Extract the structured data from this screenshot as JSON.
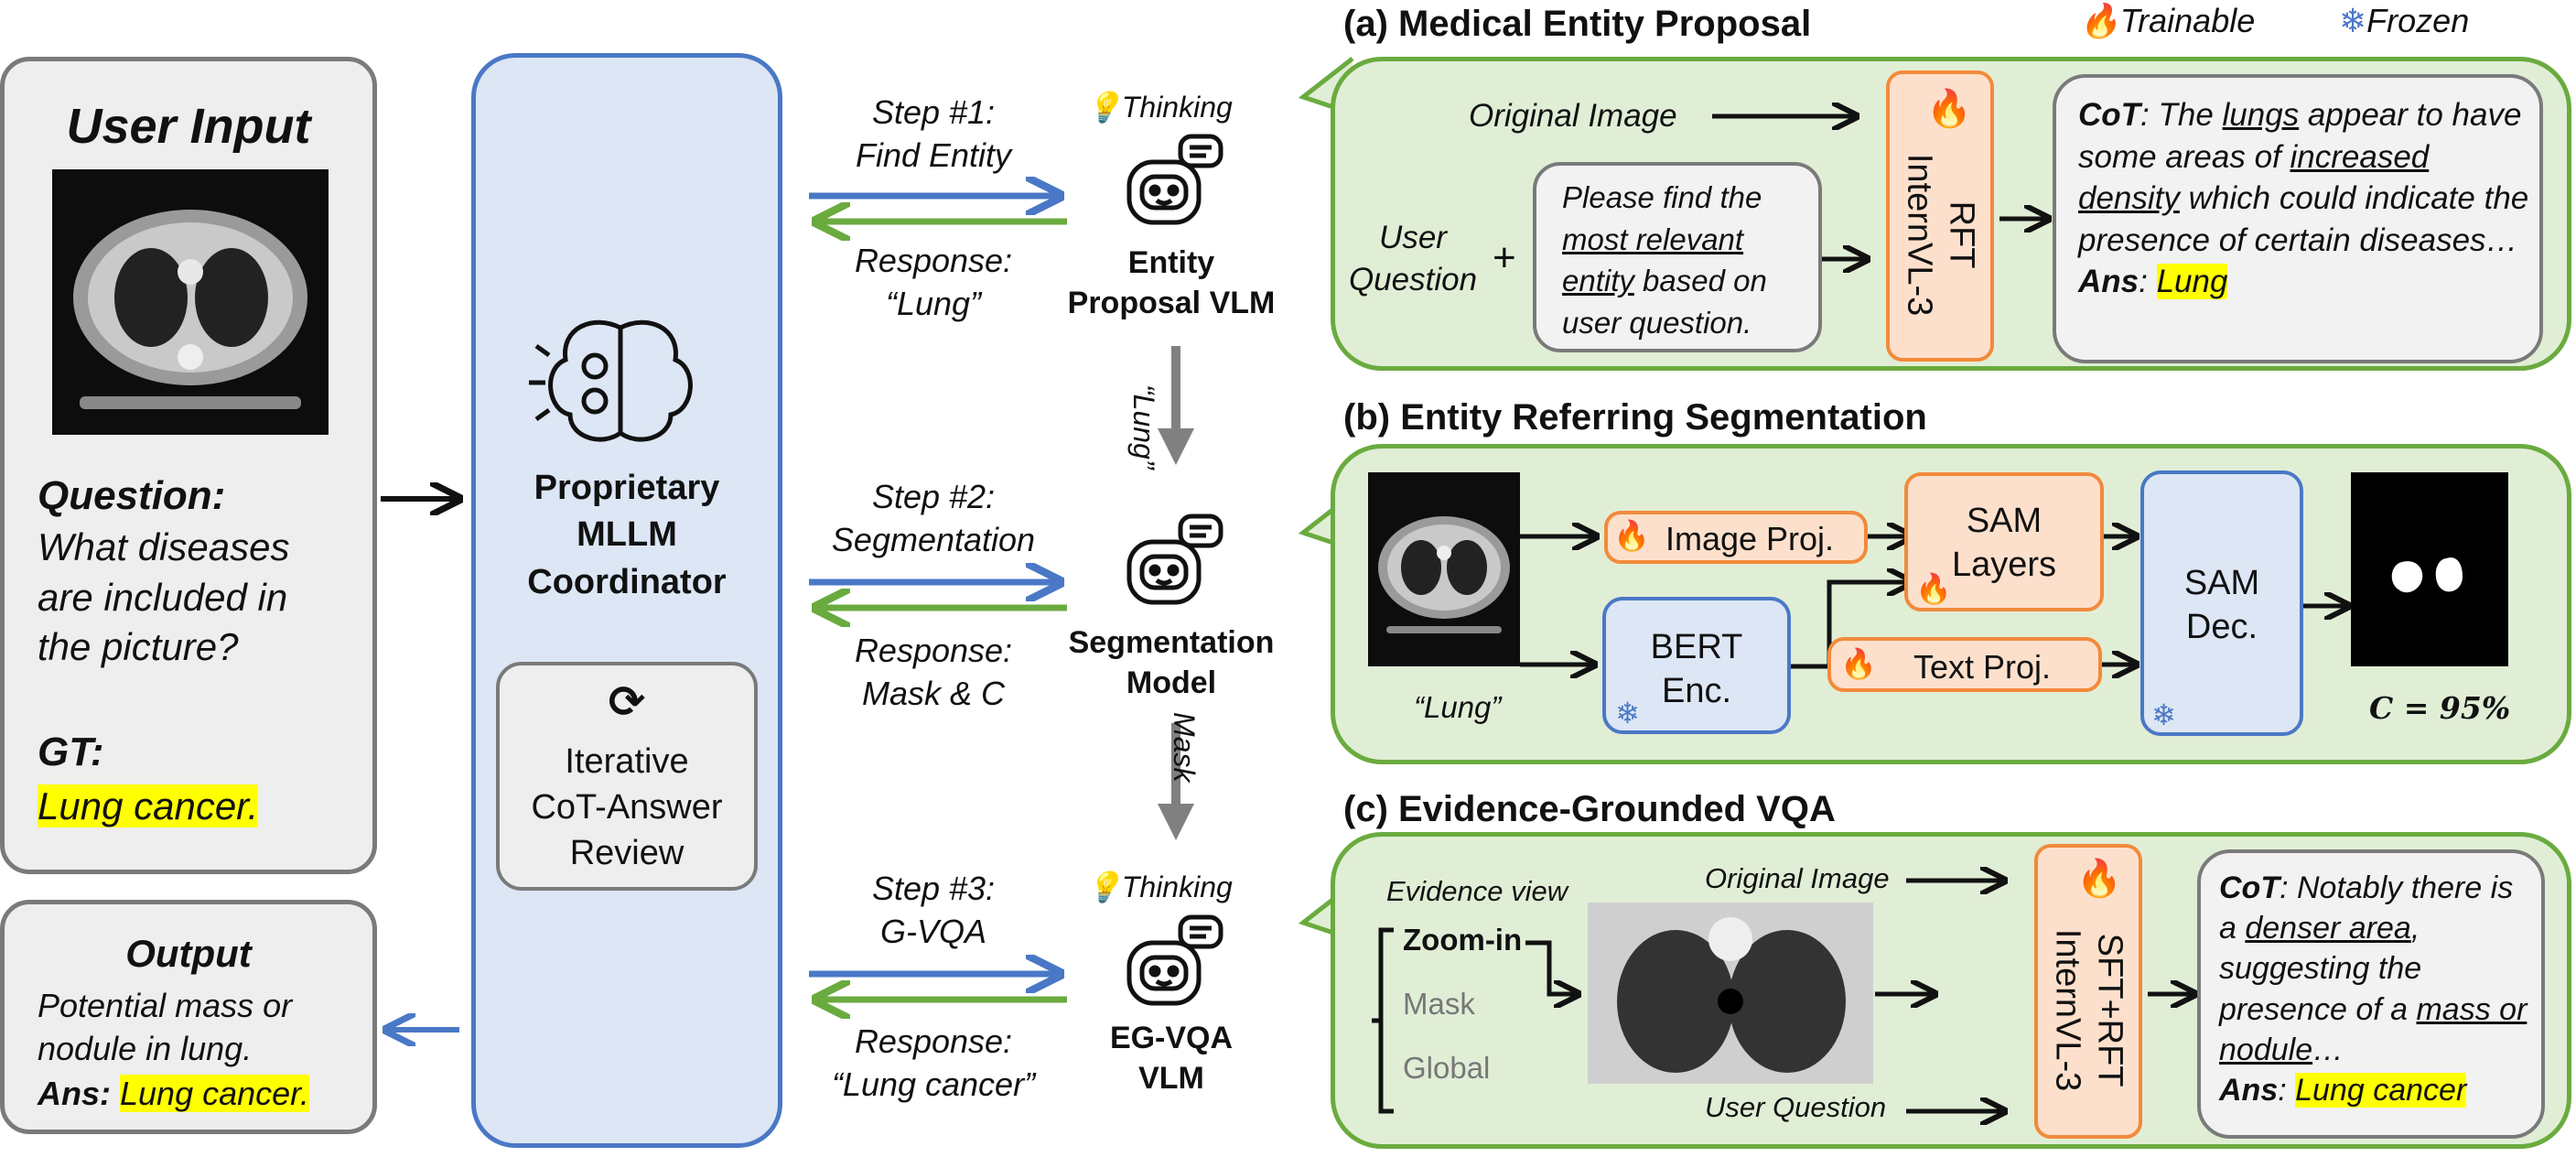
{
  "colors": {
    "blue_arrow": "#4a78c6",
    "green_arrow": "#6aab3f",
    "gray_arrow": "#808080",
    "panel_green": "#e1eed6",
    "panel_blue": "#dce6f4",
    "orange": "#f28a3b",
    "highlight": "#ffff00"
  },
  "legend": {
    "trainable": "Trainable",
    "frozen": "Frozen",
    "trainable_icon": "flame-icon",
    "frozen_icon": "snowflake-icon"
  },
  "user_input": {
    "title": "User Input",
    "question_label": "Question:",
    "question": "What diseases are included in the picture?",
    "gt_label": "GT:",
    "gt": "Lung cancer."
  },
  "output": {
    "title": "Output",
    "text": "Potential mass or nodule in lung.",
    "ans_label": "Ans:",
    "ans": "Lung cancer."
  },
  "coordinator": {
    "title_line1": "Proprietary",
    "title_line2": "MLLM",
    "title_line3": "Coordinator",
    "review_line1": "Iterative",
    "review_line2": "CoT-Answer",
    "review_line3": "Review"
  },
  "steps": [
    {
      "step": "Step #1:",
      "action": "Find Entity",
      "response_label": "Response:",
      "response": "“Lung”",
      "model_line1": "Entity",
      "model_line2": "Proposal VLM",
      "thinking": "Thinking"
    },
    {
      "step": "Step #2:",
      "action": "Segmentation",
      "response_label": "Response:",
      "response": "Mask & C",
      "model_line1": "Segmentation",
      "model_line2": "Model"
    },
    {
      "step": "Step #3:",
      "action": "G-VQA",
      "response_label": "Response:",
      "response": "“Lung cancer”",
      "model_line1": "EG-VQA",
      "model_line2": "VLM",
      "thinking": "Thinking"
    }
  ],
  "between": {
    "first": "“Lung”",
    "second": "Mask"
  },
  "panel_a": {
    "title": "(a) Medical Entity Proposal",
    "original_image": "Original Image",
    "user_question_line1": "User",
    "user_question_line2": "Question",
    "plus": "+",
    "prompt_line1": "Please find the",
    "prompt_line2": "most relevant",
    "prompt_line3a": "entity",
    "prompt_line3b": " based on",
    "prompt_line4": "user question.",
    "model_line1": "RFT",
    "model_line2": "InternVL-3",
    "cot_label": "CoT",
    "cot_1": ": The ",
    "cot_2": "lungs",
    "cot_3": " appear to have some areas of ",
    "cot_4": "increased density",
    "cot_5": " which could indicate the presence of certain diseases…",
    "ans_label": "Ans",
    "ans": "Lung"
  },
  "panel_b": {
    "title": "(b) Entity Referring Segmentation",
    "image_caption": "“Lung”",
    "image_proj": "Image Proj.",
    "bert_line1": "BERT",
    "bert_line2": "Enc.",
    "text_proj": "Text Proj.",
    "sam_layers_line1": "SAM",
    "sam_layers_line2": "Layers",
    "sam_dec_line1": "SAM",
    "sam_dec_line2": "Dec.",
    "confidence": "C = 95%"
  },
  "panel_c": {
    "title": "(c) Evidence-Grounded VQA",
    "evidence_view": "Evidence view",
    "zoom_in": "Zoom-in",
    "mask": "Mask",
    "global": "Global",
    "original_image": "Original Image",
    "user_question": "User Question",
    "model_line1": "SFT+RFT",
    "model_line2": "InternVL-3",
    "cot_label": "CoT",
    "cot_1": ": Notably there is a ",
    "cot_2": "denser area",
    "cot_3": ", suggesting the presence of a ",
    "cot_4": "mass or nodule",
    "cot_5": "…",
    "ans_label": "Ans",
    "ans": "Lung cancer"
  }
}
